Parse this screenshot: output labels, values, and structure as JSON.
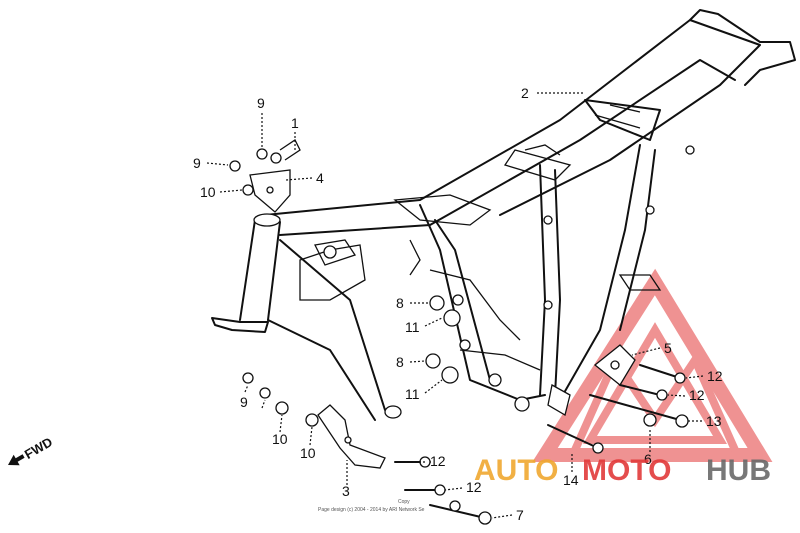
{
  "diagram": {
    "callouts": [
      "1",
      "2",
      "3",
      "4",
      "5",
      "6",
      "7",
      "8",
      "8",
      "9",
      "9",
      "9",
      "10",
      "10",
      "10",
      "11",
      "11",
      "12",
      "12",
      "12",
      "12",
      "13",
      "14"
    ],
    "direction_label": "FWD",
    "copyright_line1": "Copy",
    "copyright_line2": "Page design (c) 2004 - 2014 by ARI Network Se"
  },
  "watermark": {
    "auto": "AUTO",
    "moto": "MOTO",
    "hub": "HUB",
    "colors": {
      "orange": "#f0a830",
      "red": "#e23a3a",
      "gray": "#6a6a6a"
    }
  }
}
